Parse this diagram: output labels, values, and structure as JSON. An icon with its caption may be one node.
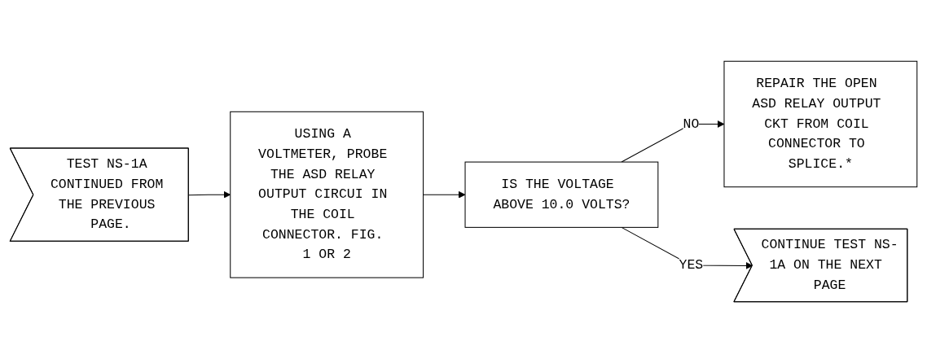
{
  "diagram": {
    "nodes": [
      {
        "text": [
          "TEST NS-1A CONTINUED FROM THE PREVIOUS PAGE."
        ]
      },
      {
        "text": [
          "USING A VOLTMETER, PROBE THE ASD RELAY OUTPUT CIRCUI IN THE COIL CONNECTOR. FIG. 1 OR 2"
        ]
      },
      {
        "text": [
          "IS THE VOLTAGE ABOVE 10.0 VOLTS?"
        ]
      },
      {
        "text": [
          "REPAIR THE OPEN ASD RELAY OUTPUT CKT FROM COIL CONNECTOR TO SPLICE.*"
        ]
      },
      {
        "text": [
          "CONTINUE TEST NS-1A ON THE NEXT PAGE"
        ]
      }
    ],
    "edges": [
      {
        "from": 0,
        "to": 1,
        "arrow": "to"
      },
      {
        "from": 1,
        "to": 2,
        "arrow": "to"
      },
      {
        "from": 2,
        "to": 3,
        "arrow": "to",
        "label": "NO"
      },
      {
        "from": 2,
        "to": 4,
        "arrow": "to",
        "label": "YES"
      }
    ]
  }
}
